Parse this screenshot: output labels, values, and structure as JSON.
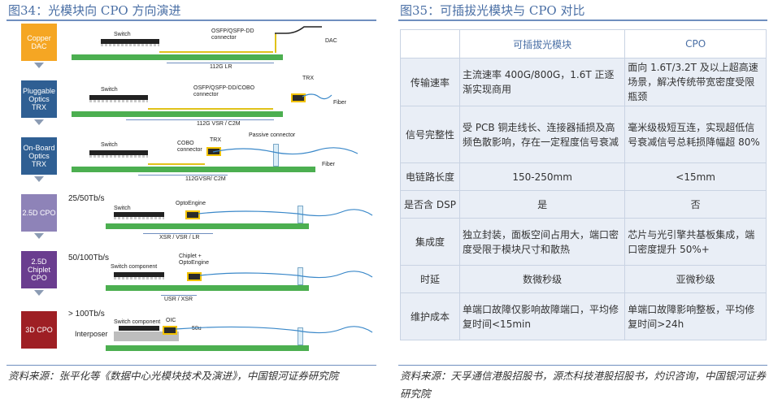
{
  "left": {
    "figure_title": "图34：光模块向 CPO 方向演进",
    "source": "资料来源：张平化等《数据中心光模块技术及演进》，中国银河证券研究院",
    "stages": [
      {
        "label": "Copper DAC",
        "color": "#f5a623"
      },
      {
        "label": "Pluggable Optics TRX",
        "color": "#2f5f93"
      },
      {
        "label": "On-Board Optics TRX",
        "color": "#2f5f93"
      },
      {
        "label": "2.5D CPO",
        "color": "#8e83b8"
      },
      {
        "label": "2.5D Chiplet CPO",
        "color": "#6a3d8f"
      },
      {
        "label": "3D CPO",
        "color": "#9e1f24"
      }
    ],
    "speeds": [
      "25/50Tb/s",
      "50/100Tb/s",
      "> 100Tb/s"
    ],
    "labels": {
      "switch": "Switch",
      "switch_component": "Switch component",
      "dac": "DAC",
      "trx": "TRX",
      "fiber": "Fiber",
      "osfp_dd": "OSFP/QSFP-DD connector",
      "osfp_cobo": "OSFP/QSFP-DD/COBO connector",
      "cobo": "COBO connector",
      "passive": "Passive connector",
      "optoengine": "OptoEngine",
      "chiplet_opto": "Chiplet + OptoEngine",
      "interposer": "Interposer",
      "oic": "OIC",
      "um": "50u",
      "d1": "112G LR",
      "d2": "112G VSR / C2M",
      "d3": "112GVSR/ C2M",
      "d4": "XSR / VSR / LR",
      "d5": "USR / XSR"
    }
  },
  "right": {
    "figure_title": "图35：可插拔光模块与 CPO 对比",
    "source": "资料来源：天孚通信港股招股书，源杰科技港股招股书，灼识咨询，中国银河证券研究院",
    "headers": [
      "",
      "可插拔光模块",
      "CPO"
    ],
    "rows": [
      [
        "传输速率",
        "主流速率 400G/800G，1.6T 正逐渐实现商用",
        "面向 1.6T/3.2T 及以上超高速场景，解决传统带宽密度受限瓶颈"
      ],
      [
        "信号完整性",
        "受 PCB 铜走线长、连接器插损及高频色散影响，存在一定程度信号衰减",
        "毫米级极短互连，实现超低信号衰减信号总耗损降幅超 80%"
      ],
      [
        "电链路长度",
        "150-250mm",
        "<15mm"
      ],
      [
        "是否含 DSP",
        "是",
        "否"
      ],
      [
        "集成度",
        "独立封装，面板空间占用大，端口密度受限于模块尺寸和散热",
        "芯片与光引擎共基板集成，端口密度提升 50%+"
      ],
      [
        "时延",
        "数微秒级",
        "亚微秒级"
      ],
      [
        "维护成本",
        "单端口故障仅影响故障端口，平均修复时间<15min",
        "单端口故障影响整板，平均修复时间>24h"
      ]
    ]
  }
}
